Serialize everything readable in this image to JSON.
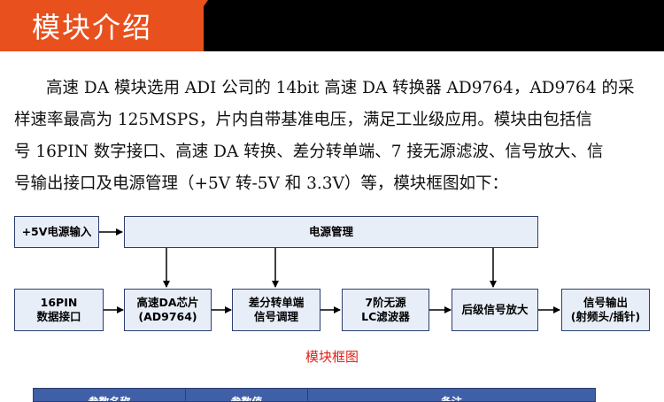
{
  "header": {
    "title": "模块介绍"
  },
  "intro": {
    "lines": [
      "高速 DA 模块选用 ADI 公司的 14bit 高速 DA 转换器 AD9764，AD9764 的采",
      "样速率最高为 125MSPS，片内自带基准电压，满足工业级应用。模块由包括信",
      "号 16PIN 数字接口、高速 DA 转换、差分转单端、7 接无源滤波、信号放大、信",
      "号输出接口及电源管理（+5V 转-5V 和 3.3V）等，模块框图如下："
    ]
  },
  "diagram": {
    "power_input": "+5V电源输入",
    "power_mgmt": "电源管理",
    "blocks": [
      {
        "line1": "16PIN",
        "line2": "数据接口"
      },
      {
        "line1": "高速DA芯片",
        "line2": "(AD9764)"
      },
      {
        "line1": "差分转单端",
        "line2": "信号调理"
      },
      {
        "line1": "7阶无源",
        "line2": "LC滤波器"
      },
      {
        "line1": "后级信号放大",
        "line2": ""
      },
      {
        "line1": "信号输出",
        "line2": "(射频头/插针)"
      }
    ],
    "caption": "模块框图",
    "colors": {
      "box_fill": "#e8eef7",
      "box_border": "#2d3e6f",
      "caption": "#e0221a"
    }
  },
  "table": {
    "headers": [
      "参数名称",
      "参数值",
      "备注"
    ]
  }
}
